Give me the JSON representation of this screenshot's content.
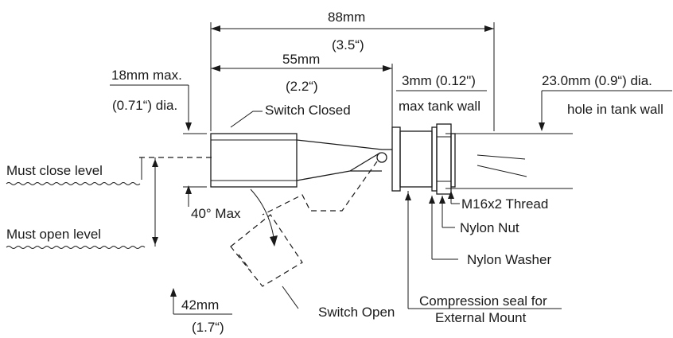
{
  "dimensions": {
    "overall_mm": "88mm",
    "overall_in": "(3.5“)",
    "length_mm": "55mm",
    "length_in": "(2.2“)",
    "dia_mm": "18mm max.",
    "dia_in": "(0.71“) dia.",
    "wall_mm": "3mm (0.12\")",
    "wall_label": "max tank wall",
    "hole_dia": "23.0mm (0.9“) dia.",
    "hole_label": "hole in tank wall",
    "drop_mm": "42mm",
    "drop_in": "(1.7“)",
    "angle": "40° Max"
  },
  "labels": {
    "switch_closed": "Switch Closed",
    "switch_open": "Switch Open",
    "must_close": "Must close level",
    "must_open": "Must open level",
    "thread": "M16x2 Thread",
    "nylon_nut": "Nylon Nut",
    "nylon_washer": "Nylon Washer",
    "compression_1": "Compression seal for",
    "compression_2": "External Mount"
  }
}
